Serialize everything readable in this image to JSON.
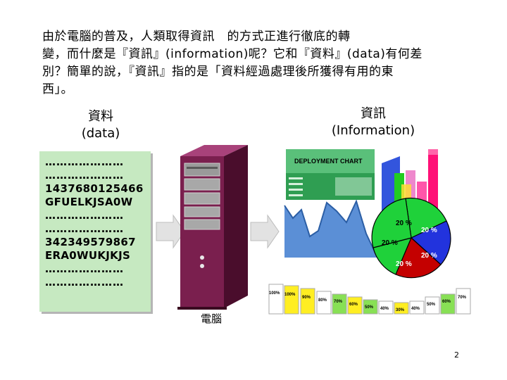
{
  "intro": {
    "line1": "由於電腦的普及，人類取得資訊　的方式正進行徹底的轉",
    "line2": "變，而什麼是『資訊』(information)呢？它和『資料』(data)有何差",
    "line3": "別？簡單的說，『資訊』指的是「資料經過處理後所獲得有用的東",
    "line4": "西」。"
  },
  "data_label": {
    "zh": "資料",
    "en": "(data)"
  },
  "info_label": {
    "zh": "資訊",
    "en": "(Information)"
  },
  "data_lines": [
    "…………………",
    "…………………",
    "1437680125466",
    "GFUELKJSA0W",
    "…………………",
    "…………………",
    "342349579867",
    "ERA0WUKJKJS",
    "…………………",
    "…………………"
  ],
  "computer_label": "電腦",
  "deployment_chart_title": "DEPLOYMENT CHART",
  "pie_labels": [
    "20 %",
    "20 %",
    "20 %",
    "20 %",
    "20 %"
  ],
  "bar_labels": [
    "100%",
    "100%",
    "90%",
    "80%",
    "70%",
    "60%",
    "50%",
    "40%",
    "30%",
    "40%",
    "50%",
    "60%",
    "70%"
  ],
  "page_number": "2",
  "colors": {
    "data_panel": "#c6e9c1",
    "tower": "#7a1f4e",
    "arrow": "#dcdcdc",
    "pie_green": "#1fd13a",
    "pie_blue": "#2233dd",
    "pie_red": "#c40000",
    "bar_yellow": "#ffee22",
    "bar_green": "#88e055"
  }
}
